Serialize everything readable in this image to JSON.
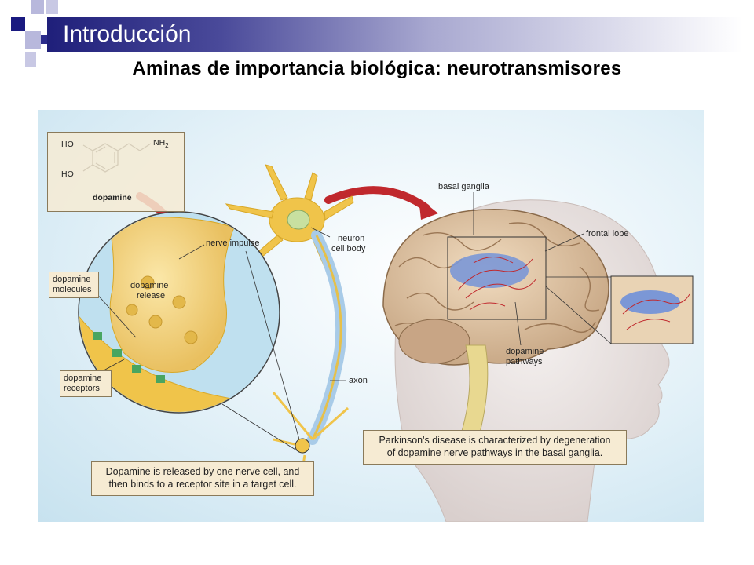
{
  "slide": {
    "title": "Introducción",
    "subtitle": "Aminas de importancia biológica: neurotransmisores"
  },
  "figure": {
    "structure": {
      "name": "dopamine",
      "groups": {
        "ho_top": "HO",
        "ho_bottom": "HO",
        "amine": "NH",
        "amine_sub": "2"
      }
    },
    "labels": {
      "nerve_impulse": "nerve impulse",
      "dopamine_release_1": "dopamine",
      "dopamine_release_2": "release",
      "neuron_cell_body_1": "neuron",
      "neuron_cell_body_2": "cell body",
      "axon": "axon",
      "basal_ganglia": "basal ganglia",
      "frontal_lobe": "frontal lobe",
      "dopamine_pathways_1": "dopamine",
      "dopamine_pathways_2": "pathways"
    },
    "boxes": {
      "molecules_1": "dopamine",
      "molecules_2": "molecules",
      "receptors_1": "dopamine",
      "receptors_2": "receptors"
    },
    "captions": {
      "release_1": "Dopamine is released by one nerve cell, and",
      "release_2": "then binds to a receptor site in a target cell.",
      "parkinson_1": "Parkinson's disease is characterized by degeneration",
      "parkinson_2": "of dopamine nerve pathways in the basal ganglia."
    }
  },
  "colors": {
    "title_bar_dark": "#1f1f7a",
    "square_dark": "#1a1a80",
    "square_light": "#b8b8dc",
    "arrow_red": "#c0282d",
    "neuron_yellow": "#f0c44a",
    "basal_blue": "#7b97d6",
    "box_fill": "#f6ebd3"
  }
}
